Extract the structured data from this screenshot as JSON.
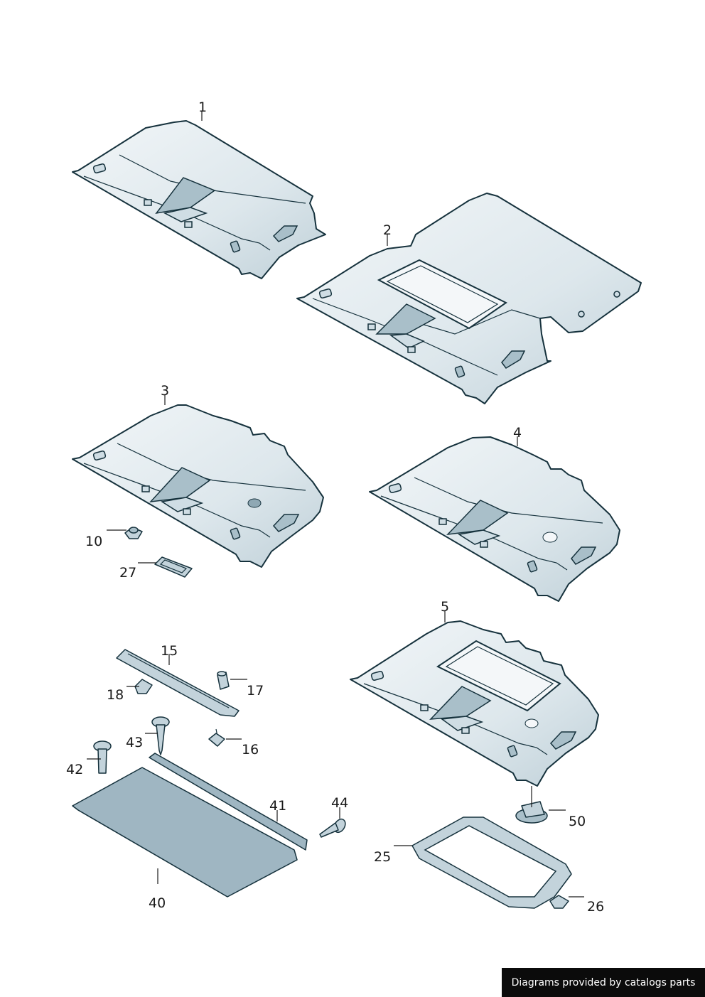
{
  "callouts": {
    "c1": "1",
    "c2": "2",
    "c3": "3",
    "c4": "4",
    "c5": "5",
    "c10": "10",
    "c27": "27",
    "c15": "15",
    "c17": "17",
    "c18": "18",
    "c43": "43",
    "c16": "16",
    "c42": "42",
    "c41": "41",
    "c44": "44",
    "c40": "40",
    "c50": "50",
    "c25": "25",
    "c26": "26"
  },
  "credit": "Diagrams provided by catalogs parts",
  "colors": {
    "liner_light": "#eef3f5",
    "liner_shade": "#c9d8df",
    "outline": "#16323d"
  }
}
